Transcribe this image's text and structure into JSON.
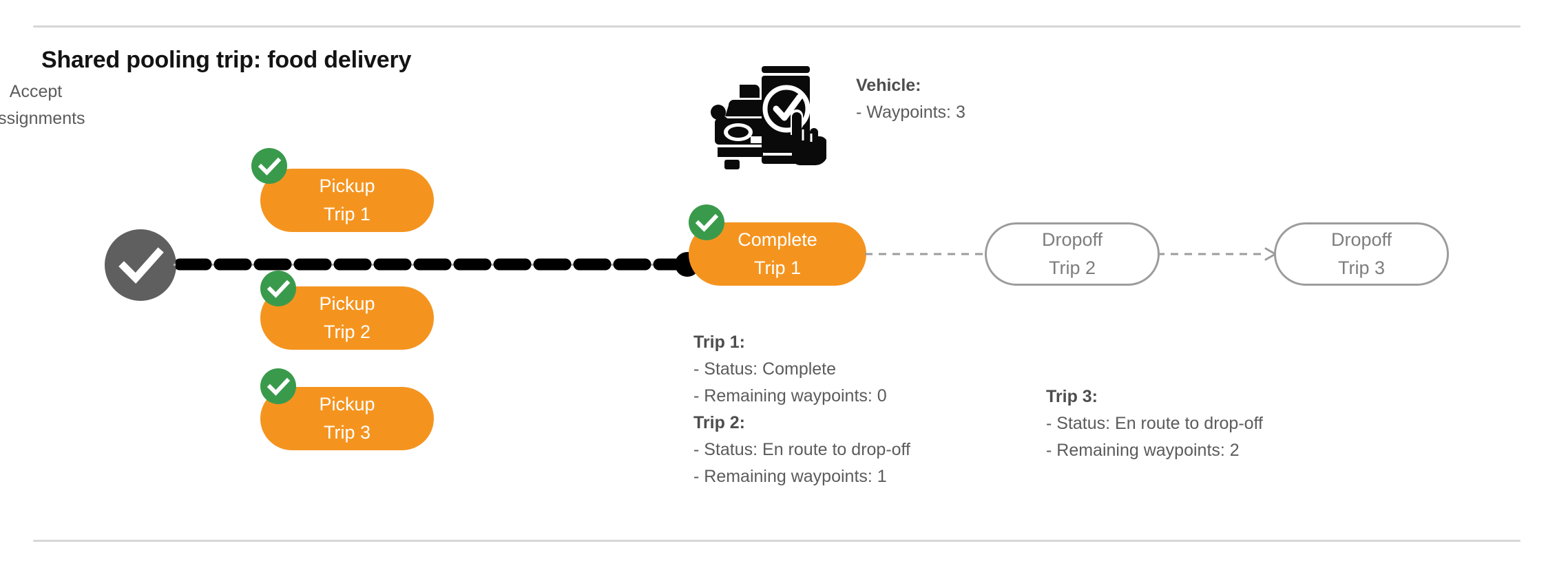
{
  "page": {
    "title": "Shared pooling trip: food delivery",
    "accent_orange": "#F4941F",
    "accent_green": "#3A9A4C",
    "node_gray": "#5f5f5f",
    "text_gray": "#5b5b5b",
    "outline_gray": "#9c9c9c"
  },
  "start_node": {
    "icon": "check-circle-icon",
    "label_line1": "Accept",
    "label_line2": "Assignments"
  },
  "pickups": [
    {
      "badge": "check-badge-icon",
      "line1": "Pickup",
      "line2": "Trip 1"
    },
    {
      "badge": "check-badge-icon",
      "line1": "Pickup",
      "line2": "Trip 2"
    },
    {
      "badge": "check-badge-icon",
      "line1": "Pickup",
      "line2": "Trip 3"
    }
  ],
  "complete": {
    "badge": "check-badge-icon",
    "line1": "Complete",
    "line2": "Trip 1"
  },
  "dropoffs": [
    {
      "line1": "Dropoff",
      "line2": "Trip 2"
    },
    {
      "line1": "Dropoff",
      "line2": "Trip 3"
    }
  ],
  "vehicle": {
    "icon": "car-phone-check-icon",
    "heading": "Vehicle:",
    "rows": [
      "- Waypoints: 3"
    ]
  },
  "trip1": {
    "heading": "Trip 1:",
    "status": "- Status:  Complete",
    "waypoints": "- Remaining waypoints: 0"
  },
  "trip2": {
    "heading": "Trip 2:",
    "status": "- Status:  En route to drop-off",
    "waypoints": "- Remaining waypoints: 1"
  },
  "trip3": {
    "heading": "Trip 3:",
    "status": "- Status:  En route to drop-off",
    "waypoints": "- Remaining waypoints: 2"
  }
}
